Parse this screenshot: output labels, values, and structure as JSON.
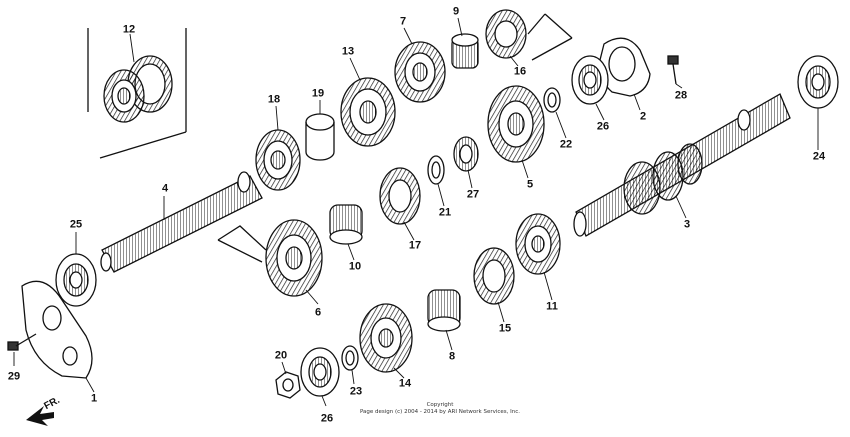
{
  "diagram": {
    "callouts": {
      "p1": "1",
      "p2": "2",
      "p3": "3",
      "p4": "4",
      "p5": "5",
      "p6": "6",
      "p7": "7",
      "p8": "8",
      "p9": "9",
      "p10": "10",
      "p11": "11",
      "p12": "12",
      "p13": "13",
      "p14": "14",
      "p15": "15",
      "p16": "16",
      "p17": "17",
      "p18": "18",
      "p19": "19",
      "p20": "20",
      "p21": "21",
      "p22": "22",
      "p23": "23",
      "p24": "24",
      "p25": "25",
      "p26a": "26",
      "p26b": "26",
      "p27": "27",
      "p28": "28",
      "p29": "29"
    },
    "direction_label": "FR.",
    "copyright_line1": "Copyright",
    "copyright_line2": "Page design (c) 2004 - 2014 by ARI Network Services, Inc."
  }
}
